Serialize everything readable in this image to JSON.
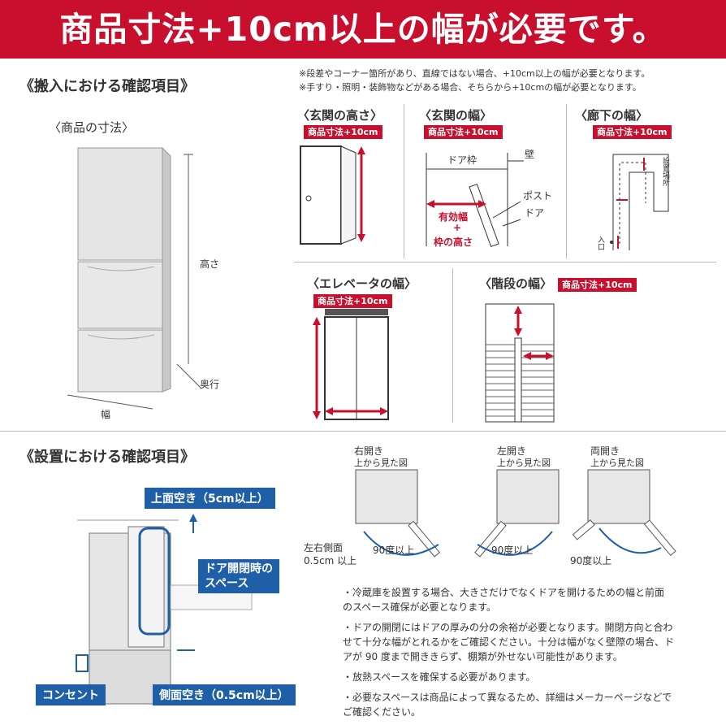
{
  "banner": {
    "title": "商品寸法+10cm以上の幅が必要です。"
  },
  "carry_in": {
    "title": "《搬入における確認項目》",
    "notes": [
      "※段差やコーナー箇所があり、直線ではない場合、+10cm以上の幅が必要となります。",
      "※手すり・照明・装飾物などがある場合、そちらから+10cmの幅が必要となります。"
    ],
    "product_size": {
      "title": "〈商品の寸法〉",
      "height": "高さ",
      "depth": "奥行",
      "width": "幅"
    },
    "entrance_height": {
      "title": "〈玄関の高さ〉",
      "tag": "商品寸法+10cm"
    },
    "entrance_width": {
      "title": "〈玄関の幅〉",
      "tag": "商品寸法+10cm",
      "door_frame": "ドア枠",
      "wall": "壁",
      "post": "ポスト",
      "door": "ドア",
      "effective_width": "有効幅",
      "plus": "+",
      "frame_height": "枠の高さ"
    },
    "corridor_width": {
      "title": "〈廊下の幅〉",
      "tag": "商品寸法+10cm",
      "install_place": "設置場所",
      "entrance": "入口"
    },
    "elevator_width": {
      "title": "〈エレベータの幅〉",
      "tag": "商品寸法+10cm"
    },
    "stairs_width": {
      "title": "〈階段の幅〉",
      "tag": "商品寸法+10cm"
    }
  },
  "install": {
    "title": "《設置における確認項目》",
    "top_clearance": "上面空き（5cm以上）",
    "door_space": [
      "ドア開閉時の",
      "スペース"
    ],
    "outlet": "コンセント",
    "side_clearance": "側面空き（0.5cm以上）",
    "right_open": {
      "title": "右開き",
      "sub": "上から見た図",
      "angle": "90度以上"
    },
    "left_open": {
      "title": "左開き",
      "sub": "上から見た図",
      "angle": "90度以上"
    },
    "double_open": {
      "title": "両開き",
      "sub": "上から見た図",
      "angle": "90度以上"
    },
    "side_gap": [
      "左右側面",
      "0.5cm 以上"
    ],
    "bullets": [
      "冷蔵庫を設置する場合、大きさだけでなくドアを開けるための幅と前面のスペース確保が必要となります。",
      "ドアの開閉にはドアの厚みの分の余裕が必要となります。開閉方向と合わせて十分な幅がとれるかをご確認ください。十分は幅がなく壁際の場合、ドアが 90 度まで開ききらず、棚類が外せない可能性があります。",
      "放熱スペースを確保する必要があります。",
      "必要なスペースは商品によって異なるため、詳細はメーカーページなどでご確認ください。"
    ]
  },
  "colors": {
    "accent": "#c8102e",
    "install_blue": "#1f5fa8"
  }
}
